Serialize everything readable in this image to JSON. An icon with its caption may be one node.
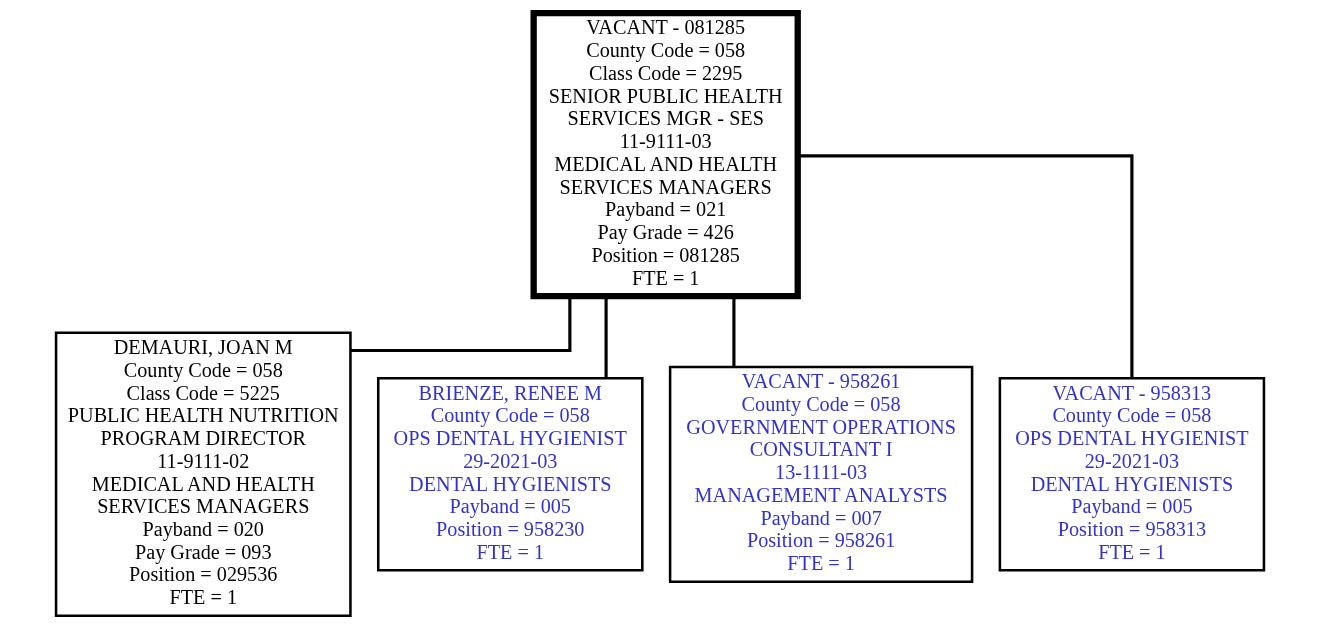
{
  "diagram": {
    "nodes": [
      {
        "text": [
          "VACANT - 081285",
          "County Code = 058",
          "Class Code = 2295",
          "SENIOR PUBLIC HEALTH SERVICES MGR - SES",
          "11-9111-03",
          "MEDICAL AND HEALTH SERVICES MANAGERS",
          "Payband = 021",
          "Pay Grade = 426",
          "Position = 081285",
          "FTE = 1"
        ]
      },
      {
        "text": [
          "DEMAURI, JOAN M",
          "County Code = 058",
          "Class Code = 5225",
          "PUBLIC HEALTH NUTRITION PROGRAM DIRECTOR",
          "11-9111-02",
          "MEDICAL AND HEALTH SERVICES MANAGERS",
          "Payband = 020",
          "Pay Grade = 093",
          "Position = 029536",
          "FTE = 1"
        ]
      },
      {
        "text": [
          "BRIENZE, RENEE M",
          "County Code = 058",
          "OPS DENTAL HYGIENIST",
          "29-2021-03",
          "DENTAL HYGIENISTS",
          "Payband = 005",
          "Position = 958230",
          "FTE = 1"
        ]
      },
      {
        "text": [
          "VACANT - 958261",
          "County Code = 058",
          "GOVERNMENT OPERATIONS CONSULTANT I",
          "13-1111-03",
          "MANAGEMENT ANALYSTS",
          "Payband = 007",
          "Position = 958261",
          "FTE = 1"
        ]
      },
      {
        "text": [
          "VACANT - 958313",
          "County Code = 058",
          "OPS DENTAL HYGIENIST",
          "29-2021-03",
          "DENTAL HYGIENISTS",
          "Payband = 005",
          "Position = 958313",
          "FTE = 1"
        ]
      }
    ],
    "edges": [
      {
        "from": 0,
        "to": 1,
        "arrow": "none"
      },
      {
        "from": 0,
        "to": 2,
        "arrow": "none"
      },
      {
        "from": 0,
        "to": 3,
        "arrow": "none"
      },
      {
        "from": 0,
        "to": 4,
        "arrow": "none"
      }
    ]
  }
}
